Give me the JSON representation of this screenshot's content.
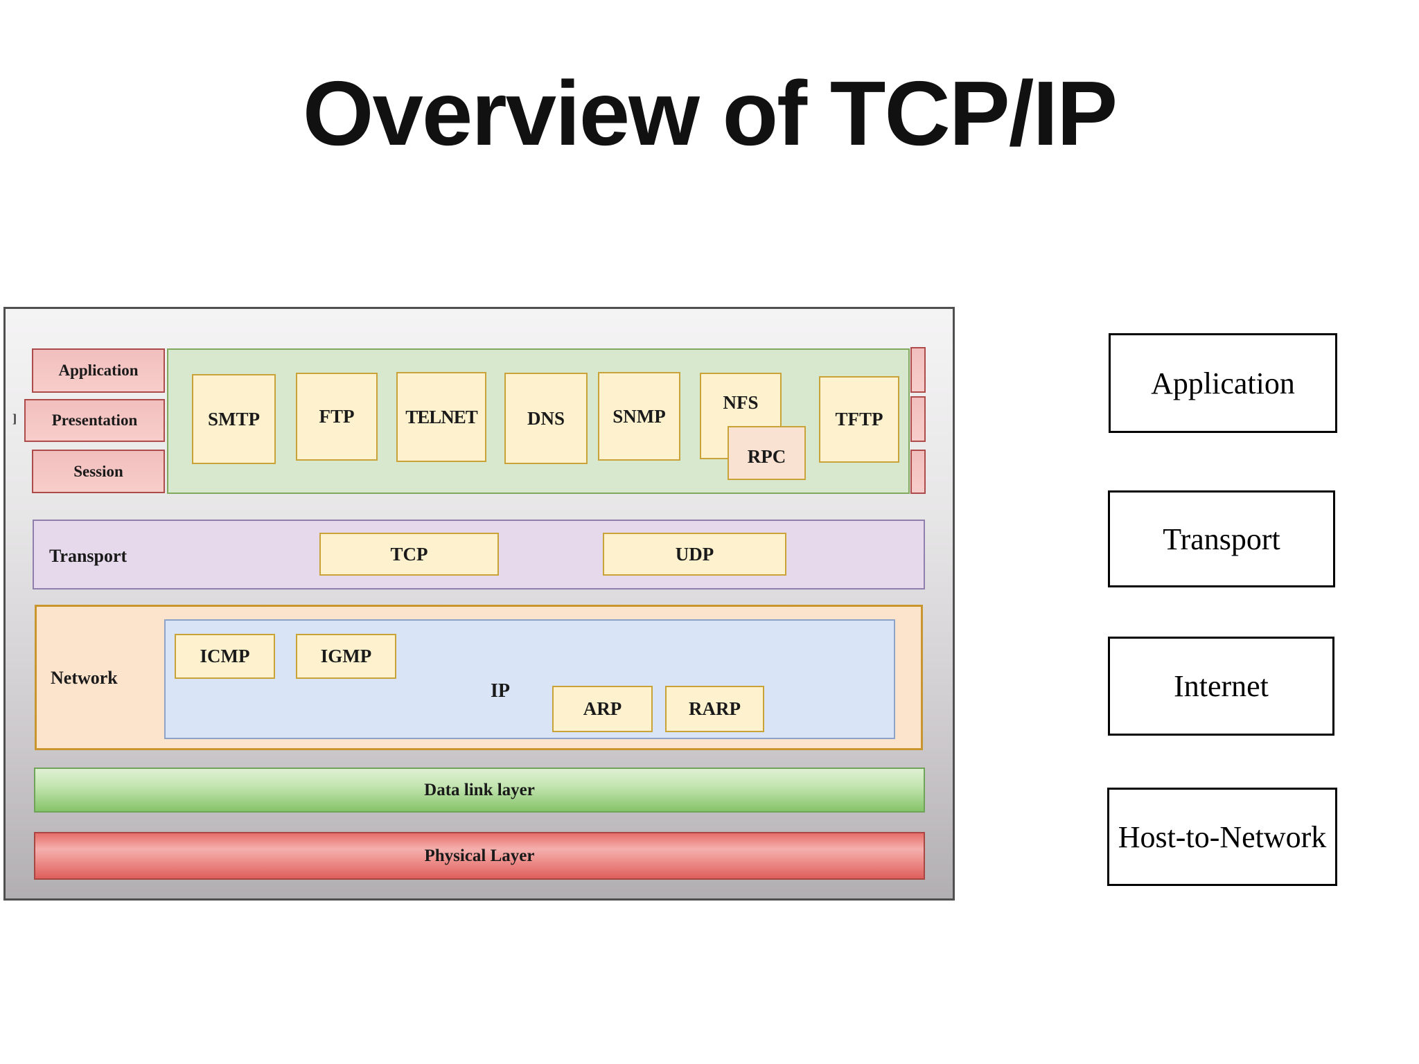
{
  "title": "Overview of TCP/IP",
  "diagram": {
    "osi_layers": [
      "Application",
      "Presentation",
      "Session"
    ],
    "stray_mark": "]",
    "app_protocols": [
      "SMTP",
      "FTP",
      "TELNET",
      "DNS",
      "SNMP",
      "NFS",
      "TFTP"
    ],
    "rpc_label": "RPC",
    "transport": {
      "label": "Transport",
      "protocols": [
        "TCP",
        "UDP"
      ]
    },
    "network": {
      "label": "Network",
      "ip_label": "IP",
      "top_protocols": [
        "ICMP",
        "IGMP"
      ],
      "bottom_protocols": [
        "ARP",
        "RARP"
      ]
    },
    "datalink_label": "Data link layer",
    "physical_label": "Physical Layer"
  },
  "tcpip_layers": [
    "Application",
    "Transport",
    "Internet",
    "Host-to-Network"
  ],
  "colors": {
    "osi_pink_fill": "#f5c7c5",
    "osi_pink_border": "#ad4a4a",
    "app_section_green": "#d7e8ce",
    "protocol_yellow_fill": "#fdf2cd",
    "protocol_gold_border": "#caa338",
    "rpc_peach_fill": "#f9e2d2",
    "transport_purple": "#e5d9eb",
    "network_orange": "#fce4cc",
    "ip_blue": "#d9e5f6",
    "datalink_green": "#86c469",
    "physical_red": "#de5f5c",
    "container_gray": "#b2afb2"
  }
}
